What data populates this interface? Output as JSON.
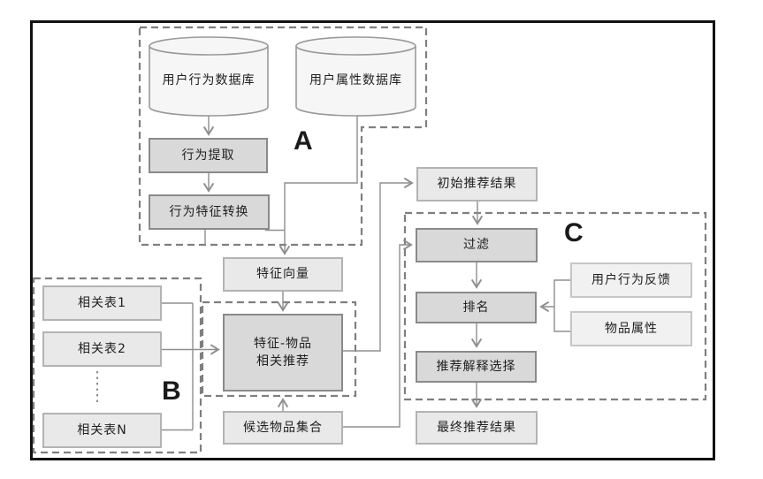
{
  "colors": {
    "frame_border": "#111111",
    "box_medium_fill": "#d9d9d9",
    "box_medium_border": "#8a8a8a",
    "box_light_fill": "#e9e9e9",
    "box_light_border": "#b3b3b3",
    "box_pale_fill": "#f1f1f1",
    "box_pale_border": "#c6c6c6",
    "cylinder_fill": "#f6f6f6",
    "cylinder_border": "#999999",
    "connector": "#8f8f8f",
    "dashed_outline": "#7f7f7f",
    "text": "#1f1f1f"
  },
  "module_a": {
    "label": "A",
    "nodes": {
      "user_behavior_db": "用户行为数据库",
      "user_attribute_db": "用户属性数据库",
      "behavior_extraction": "行为提取",
      "behavior_feature_transform": "行为特征转换"
    }
  },
  "module_b": {
    "label": "B",
    "nodes": {
      "related_table_1": "相关表1",
      "related_table_2": "相关表2",
      "related_table_n": "相关表N"
    }
  },
  "module_c": {
    "label": "C",
    "nodes": {
      "filter": "过滤",
      "ranking": "排名",
      "explanation_selection": "推荐解释选择"
    }
  },
  "nodes": {
    "feature_vector": "特征向量",
    "feature_item_rec_line1": "特征-物品",
    "feature_item_rec_line2": "相关推荐",
    "candidate_item_set": "候选物品集合",
    "initial_results": "初始推荐结果",
    "final_results": "最终推荐结果",
    "user_behavior_feedback": "用户行为反馈",
    "item_attributes": "物品属性"
  }
}
